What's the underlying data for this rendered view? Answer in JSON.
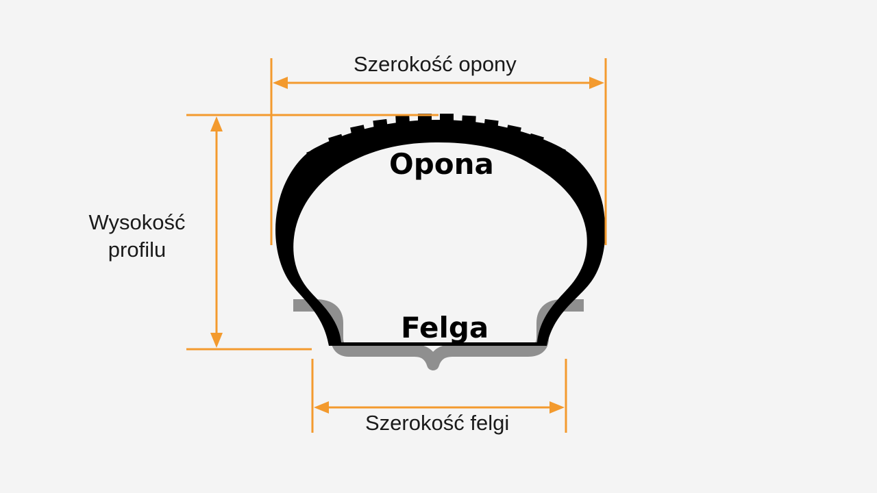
{
  "labels": {
    "tire_width": "Szerokość opony",
    "profile_height_line1": "Wysokość",
    "profile_height_line2": "profilu",
    "tire": "Opona",
    "rim": "Felga",
    "rim_width": "Szerokość felgi"
  },
  "colors": {
    "background": "#f4f4f4",
    "dimension_lines": "#f39a2e",
    "tire": "#000000",
    "rim": "#8f8f8f",
    "text": "#1a1a1a"
  }
}
